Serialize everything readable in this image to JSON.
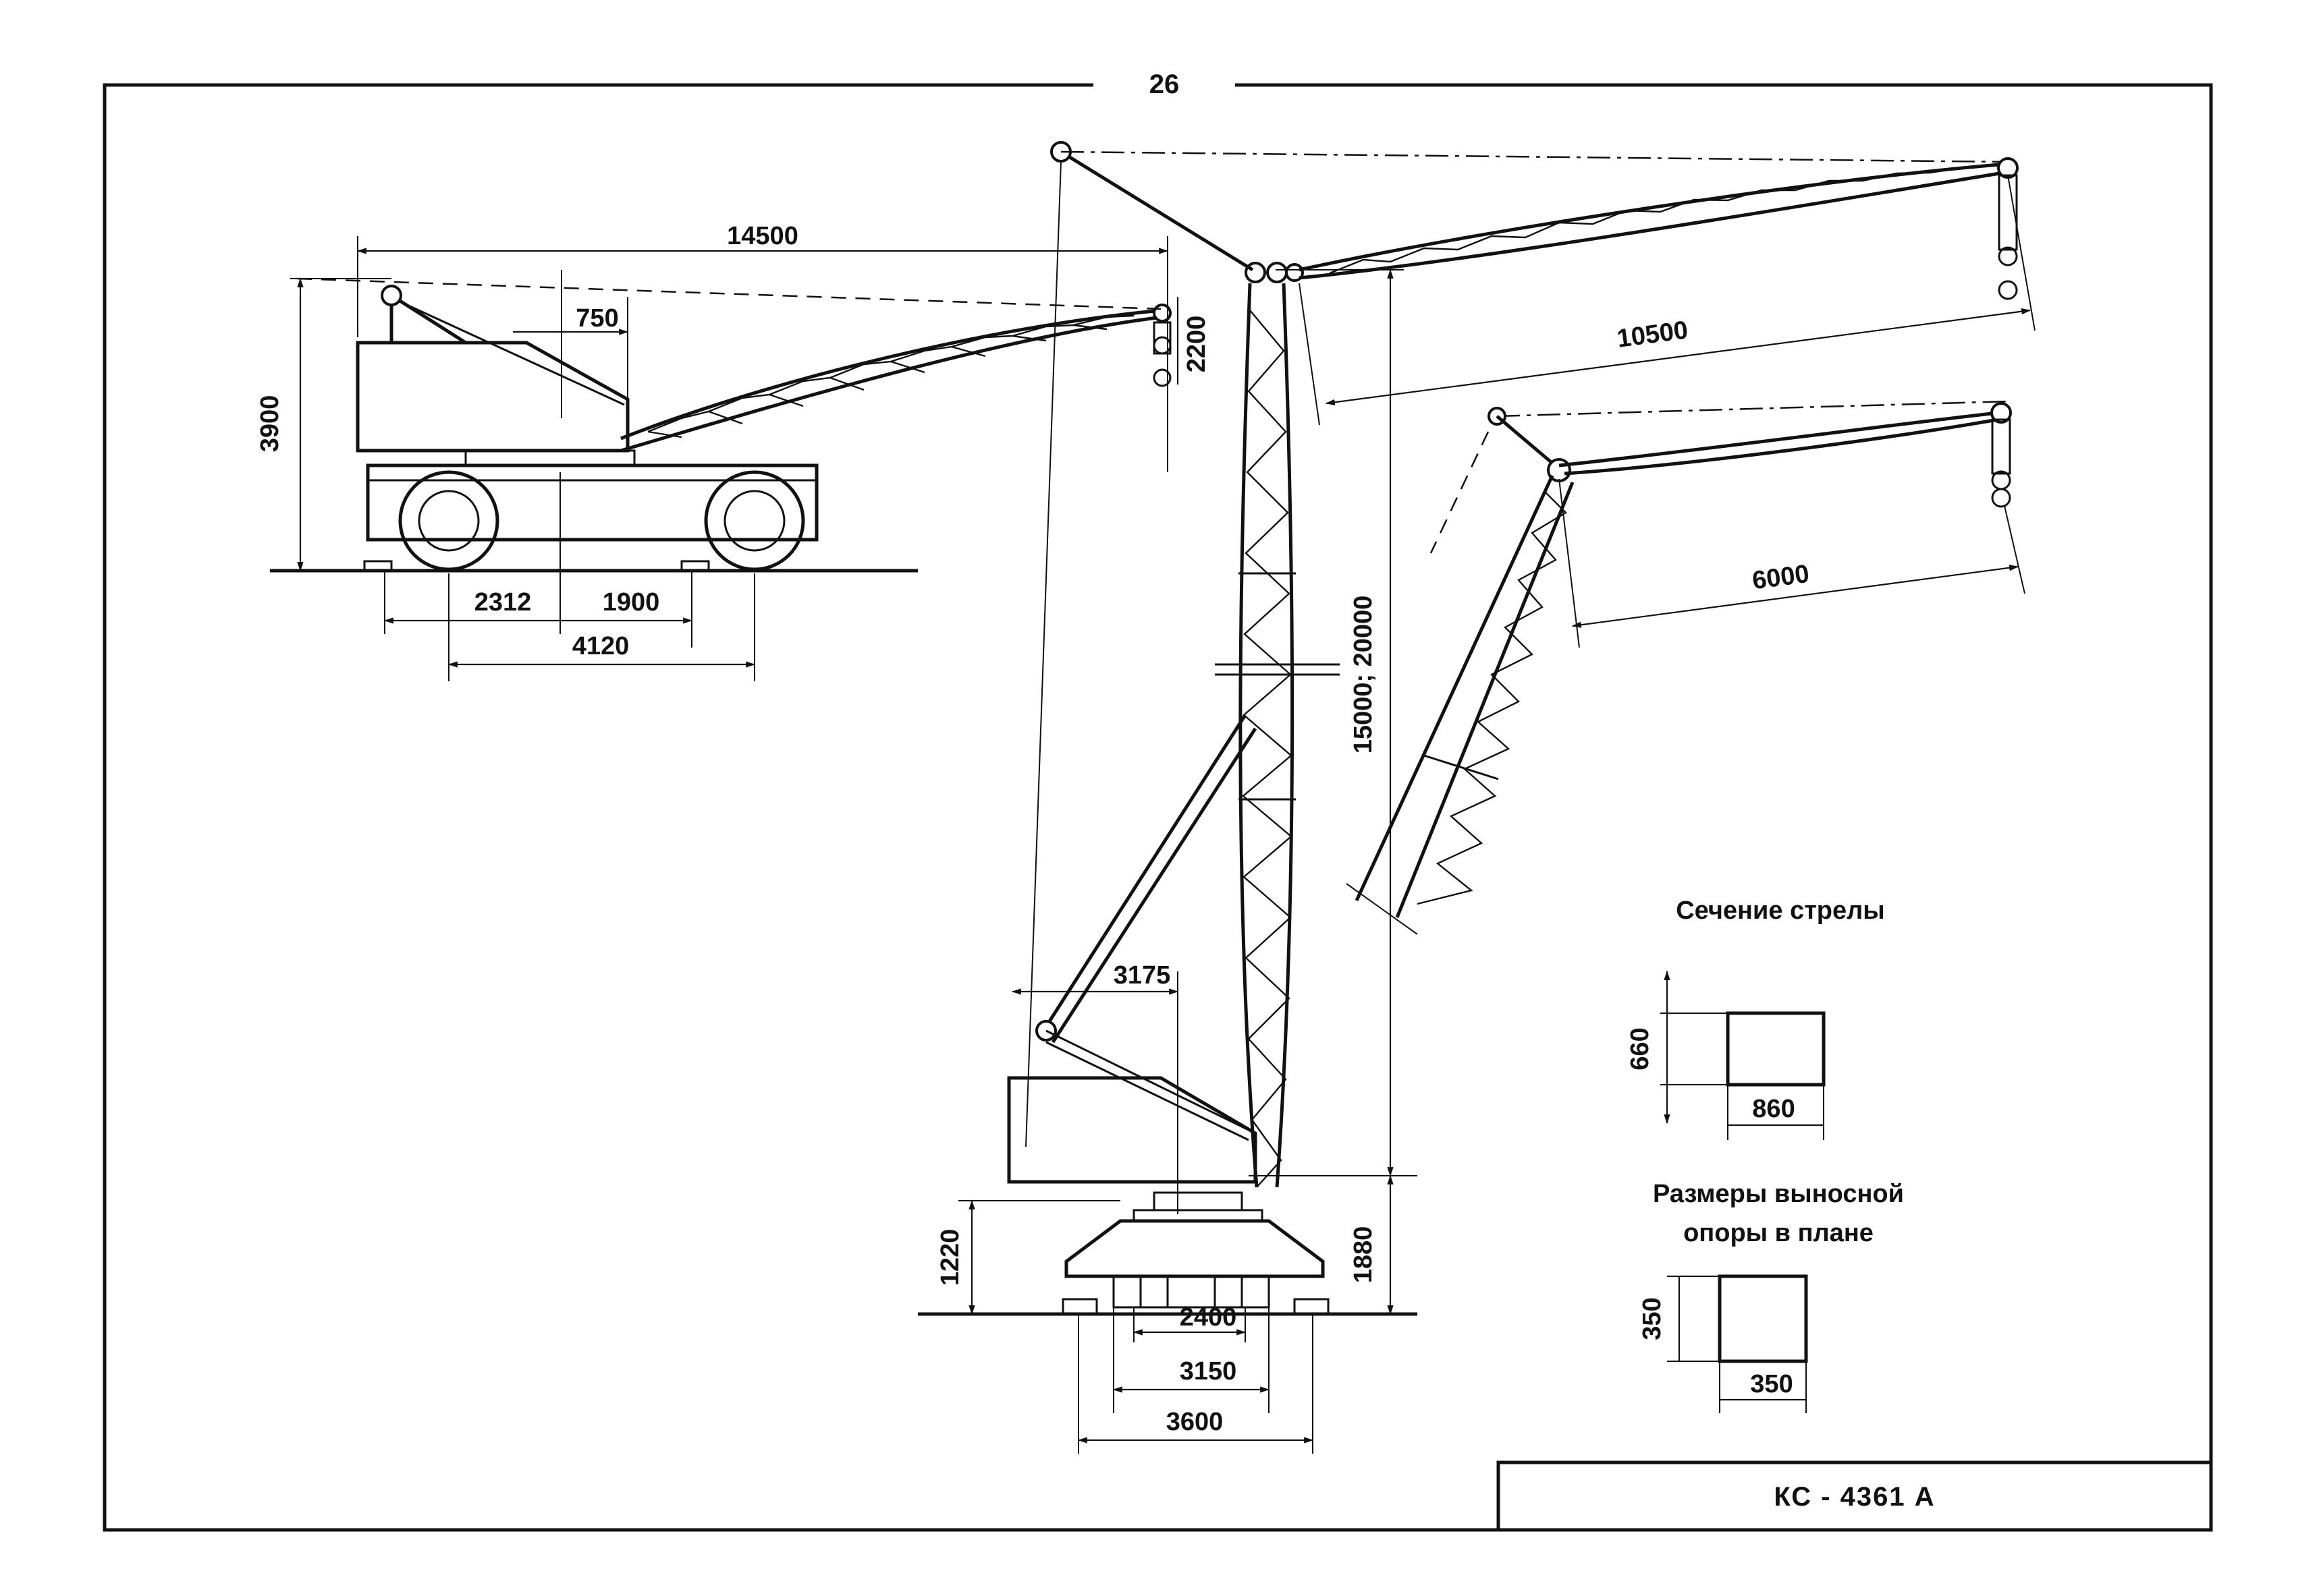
{
  "page_number": "26",
  "title_block": {
    "model": "КС - 4361 А"
  },
  "boom_section": {
    "heading": "Сечение стрелы",
    "dim_height": "660",
    "dim_width": "860"
  },
  "outrigger": {
    "heading_line1": "Размеры выносной",
    "heading_line2": "опоры в плане",
    "dim_height": "350",
    "dim_width": "350"
  },
  "transport": {
    "dim_reach": "14500",
    "dim_offset": "750",
    "dim_height": "3900",
    "dim_hook": "2200",
    "dim_track_front": "2312",
    "dim_wheelbase": "1900",
    "dim_base": "4120"
  },
  "working": {
    "dim_jib_long": "10500",
    "dim_jib_short": "6000",
    "dim_mast_height": "15000; 20000",
    "dim_mast_base": "1880",
    "dim_cab_offset": "3175",
    "dim_platform": "1220",
    "dim_track_2400": "2400",
    "dim_track_3150": "3150",
    "dim_track_3600": "3600"
  }
}
